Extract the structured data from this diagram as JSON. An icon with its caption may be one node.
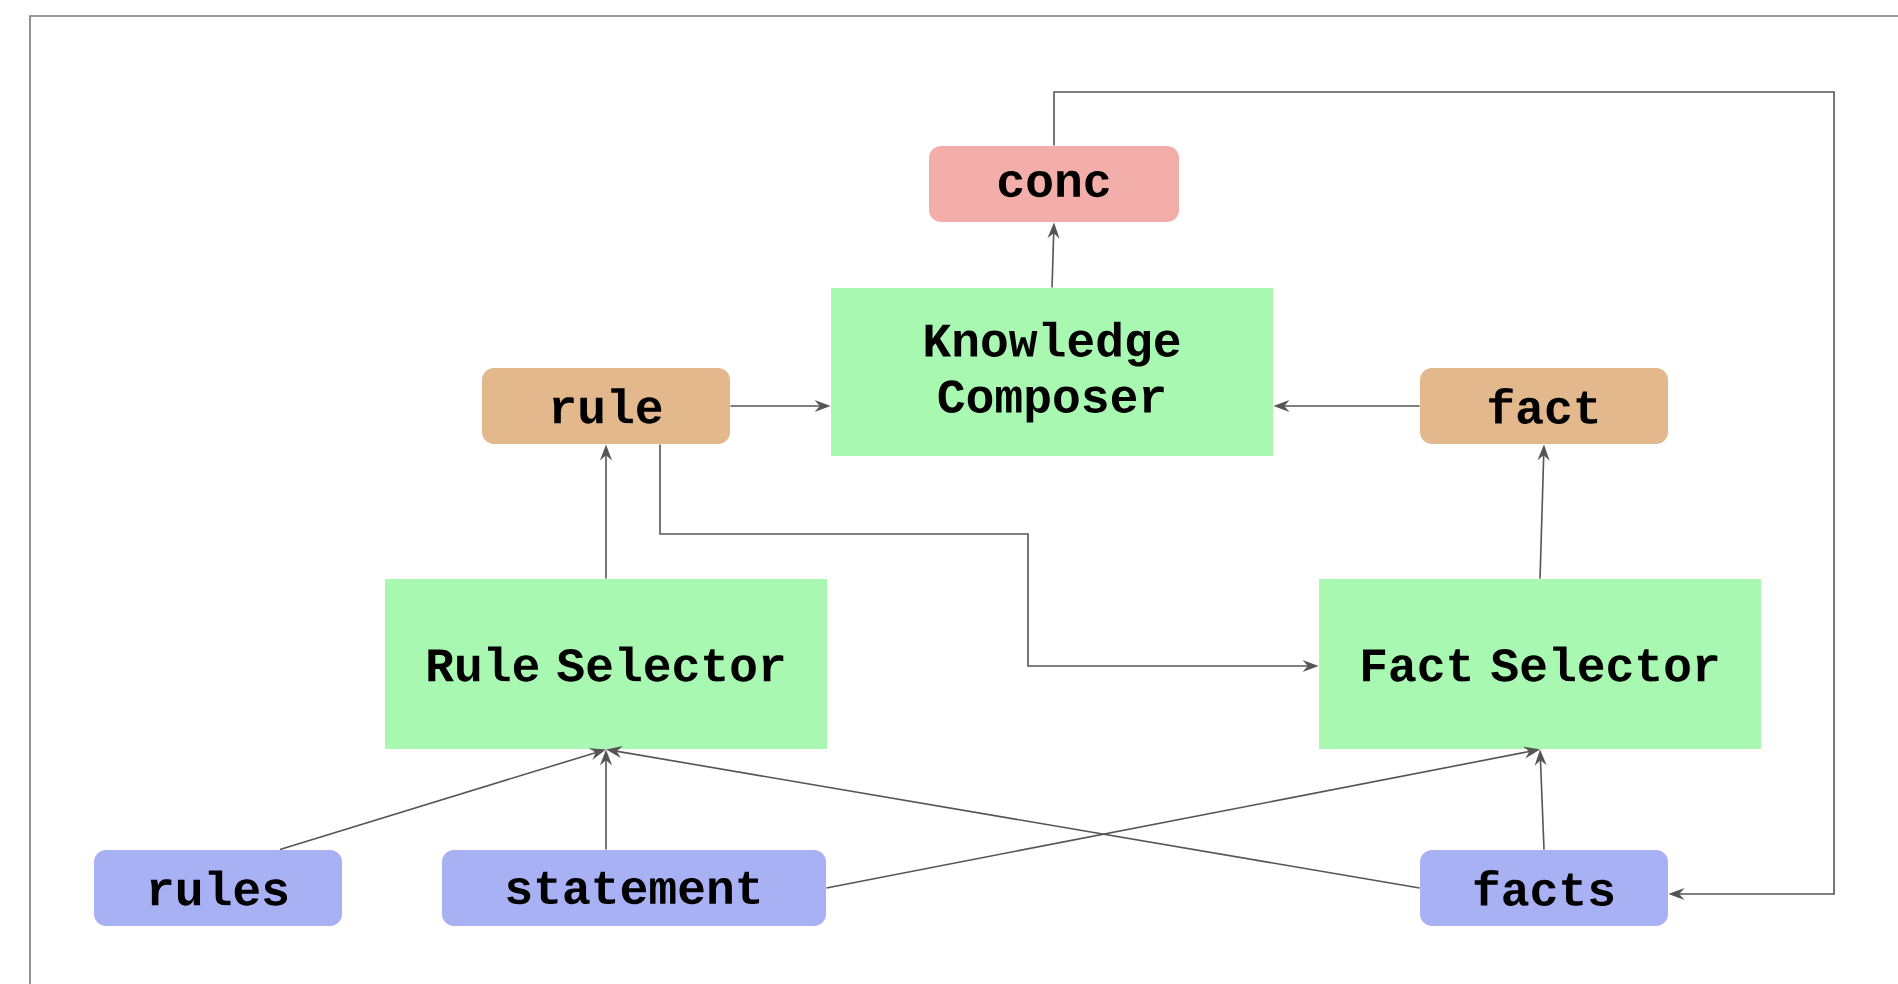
{
  "diagram": {
    "nodes": [
      {
        "text": [
          "conc"
        ]
      },
      {
        "text": [
          "Knowledge Composer"
        ]
      },
      {
        "text": [
          "rule"
        ]
      },
      {
        "text": [
          "fact"
        ]
      },
      {
        "text": [
          "Rule Selector"
        ]
      },
      {
        "text": [
          "Fact Selector"
        ]
      },
      {
        "text": [
          "rules"
        ]
      },
      {
        "text": [
          "statement"
        ]
      },
      {
        "text": [
          "facts"
        ]
      }
    ],
    "edges": [
      {
        "from": 1,
        "to": 0,
        "arrow": "to"
      },
      {
        "from": 2,
        "to": 1,
        "arrow": "to"
      },
      {
        "from": 3,
        "to": 1,
        "arrow": "to"
      },
      {
        "from": 4,
        "to": 2,
        "arrow": "to"
      },
      {
        "from": 2,
        "to": 5,
        "arrow": "to"
      },
      {
        "from": 5,
        "to": 3,
        "arrow": "to"
      },
      {
        "from": 6,
        "to": 4,
        "arrow": "to"
      },
      {
        "from": 7,
        "to": 4,
        "arrow": "to"
      },
      {
        "from": 8,
        "to": 4,
        "arrow": "to"
      },
      {
        "from": 7,
        "to": 5,
        "arrow": "to"
      },
      {
        "from": 8,
        "to": 5,
        "arrow": "to"
      },
      {
        "from": 0,
        "to": 8,
        "arrow": "to"
      }
    ]
  }
}
